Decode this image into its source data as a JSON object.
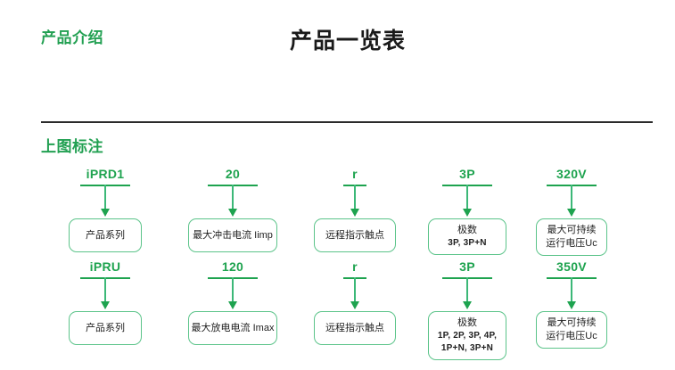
{
  "header": {
    "kicker": "产品介绍",
    "title": "产品一览表"
  },
  "section": {
    "title": "上图标注"
  },
  "rows": [
    {
      "id": "row-iprd1",
      "columns": [
        {
          "code": "iPRD1",
          "bar": "wide",
          "lines": [
            "产品系列"
          ],
          "sub_lines": []
        },
        {
          "code": "20",
          "bar": "wide",
          "lines": [
            "最大冲击电流 Iimp"
          ],
          "sub_lines": []
        },
        {
          "code": "r",
          "bar": "narrow",
          "lines": [
            "远程指示触点"
          ],
          "sub_lines": []
        },
        {
          "code": "3P",
          "bar": "wide",
          "lines": [
            "极数"
          ],
          "sub_lines": [
            "3P, 3P+N"
          ]
        },
        {
          "code": "320V",
          "bar": "wide",
          "lines": [
            "最大可持续",
            "运行电压Uc"
          ],
          "sub_lines": []
        }
      ]
    },
    {
      "id": "row-ipru",
      "columns": [
        {
          "code": "iPRU",
          "bar": "wide",
          "lines": [
            "产品系列"
          ],
          "sub_lines": []
        },
        {
          "code": "120",
          "bar": "wide",
          "lines": [
            "最大放电电流 Imax"
          ],
          "sub_lines": []
        },
        {
          "code": "r",
          "bar": "narrow",
          "lines": [
            "远程指示触点"
          ],
          "sub_lines": []
        },
        {
          "code": "3P",
          "bar": "wide",
          "lines": [
            "极数"
          ],
          "sub_lines": [
            "1P, 2P, 3P, 4P,",
            "1P+N, 3P+N"
          ]
        },
        {
          "code": "350V",
          "bar": "wide",
          "lines": [
            "最大可持续",
            "运行电压Uc"
          ],
          "sub_lines": []
        }
      ]
    }
  ],
  "layout": {
    "column_centers": [
      118,
      261,
      398,
      524,
      641
    ],
    "box_widths": [
      82,
      100,
      92,
      88,
      80
    ]
  },
  "colors": {
    "accent_green": "#22a052",
    "arrow_green": "#1ea34f",
    "box_border_green": "#5cc48a",
    "divider": "#2b2b2b",
    "title_black": "#1a1a1a"
  }
}
